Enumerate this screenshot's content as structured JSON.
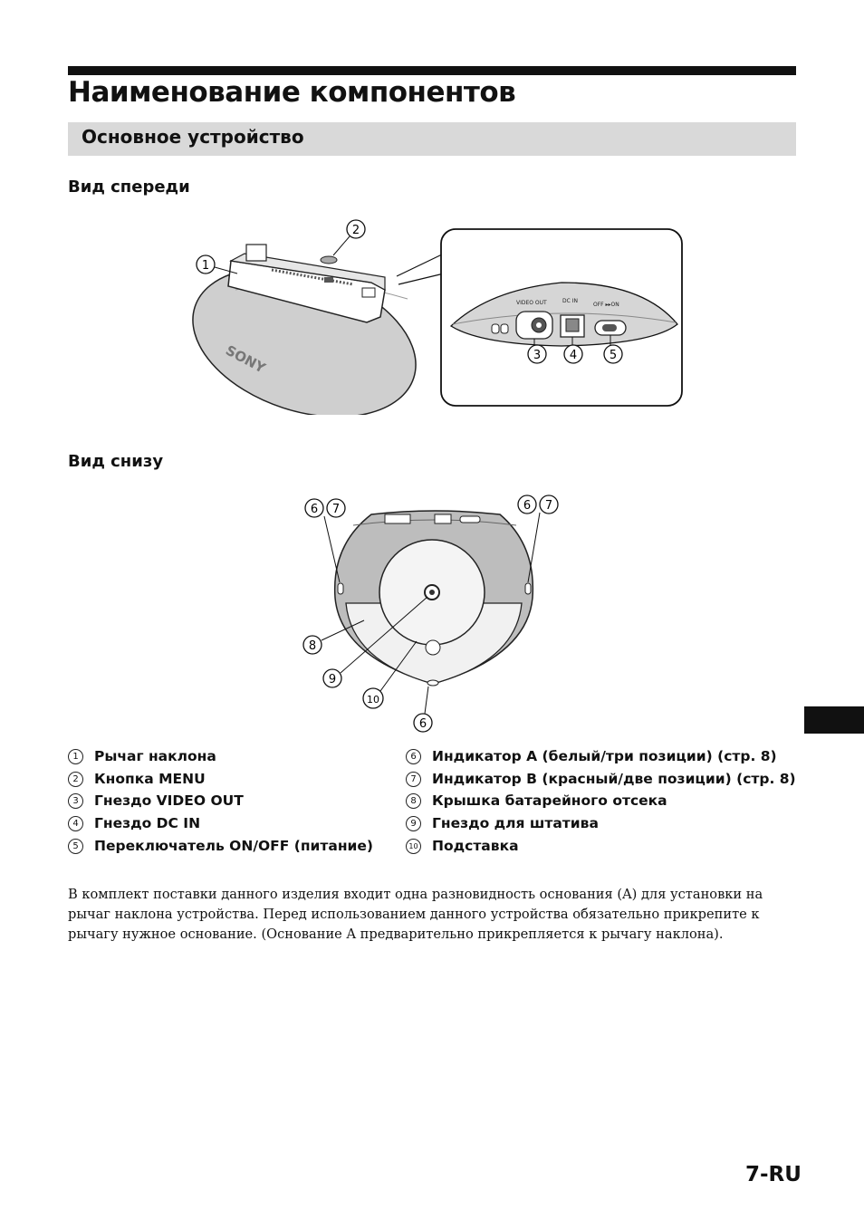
{
  "page": {
    "title": "Наименование компонентов",
    "section": "Основное устройство",
    "page_number": "7-RU"
  },
  "front_view": {
    "heading": "Вид спереди",
    "brand": "SONY",
    "panel_labels": {
      "video_out": "VIDEO OUT",
      "dc_in": "DC IN",
      "switch": "OFF ▸▸ON"
    },
    "callouts": [
      "1",
      "2",
      "3",
      "4",
      "5"
    ]
  },
  "bottom_view": {
    "heading": "Вид снизу",
    "callouts": [
      "6",
      "7",
      "6",
      "7",
      "8",
      "9",
      "10",
      "6"
    ]
  },
  "legend": {
    "left": [
      {
        "num": "1",
        "text": "Рычаг наклона"
      },
      {
        "num": "2",
        "text": "Кнопка MENU"
      },
      {
        "num": "3",
        "text": "Гнездо VIDEO OUT"
      },
      {
        "num": "4",
        "text": "Гнездо DC IN"
      },
      {
        "num": "5",
        "text": "Переключатель ON/OFF (питание)"
      }
    ],
    "right": [
      {
        "num": "6",
        "text": "Индикатор A (белый/три позиции) (стр. 8)"
      },
      {
        "num": "7",
        "text": "Индикатор B (красный/две позиции) (стр. 8)"
      },
      {
        "num": "8",
        "text": "Крышка батарейного отсека"
      },
      {
        "num": "9",
        "text": "Гнездо для штатива"
      },
      {
        "num": "10",
        "text": "Подставка"
      }
    ]
  },
  "note": "В комплект поставки данного изделия входит одна разновидность основания (A) для установки на рычаг наклона устройства. Перед использованием данного устройства обязательно прикрепите к рычагу нужное основание. (Основание A предварительно прикрепляется к рычагу наклона)."
}
